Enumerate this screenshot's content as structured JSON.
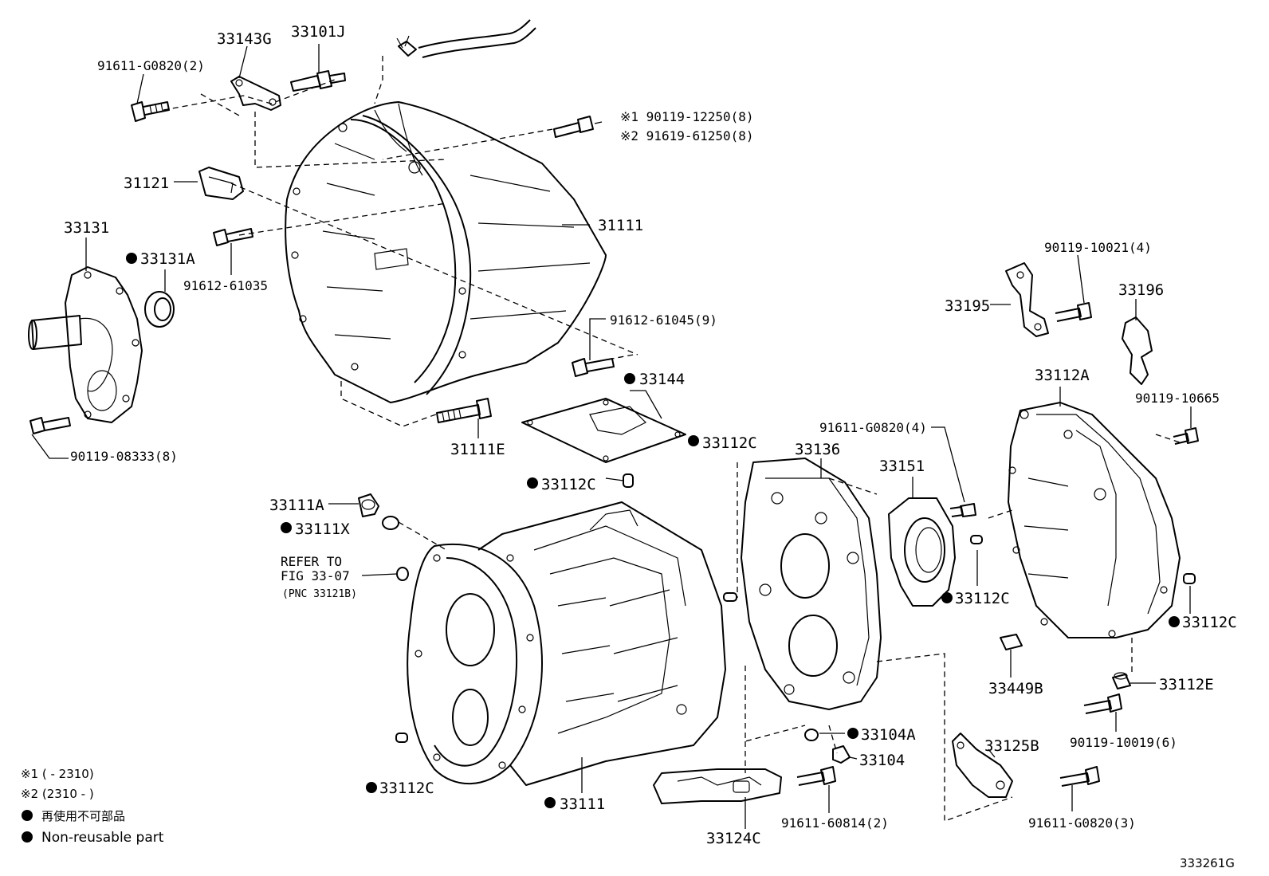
{
  "callouts": {
    "p33143G": "33143G",
    "p33101J": "33101J",
    "p91611_G0820_2": "91611-G0820(2)",
    "p90119_12250": "※1 90119-12250(8)",
    "p91619_61250": "※2 91619-61250(8)",
    "p31121": "31121",
    "p31111": "31111",
    "p33131": "33131",
    "p33131A": "33131A",
    "p91612_61035": "91612-61035",
    "p91612_61045": "91612-61045(9)",
    "p90119_08333": "90119-08333(8)",
    "p33144": "33144",
    "p31111E": "31111E",
    "p33112C_a": "33112C",
    "p33112C_b": "33112C",
    "p33136": "33136",
    "p33151": "33151",
    "p91611_G0820_4": "91611-G0820(4)",
    "p33111A": "33111A",
    "p33111X": "33111X",
    "p90119_10021": "90119-10021(4)",
    "p33195": "33195",
    "p33196": "33196",
    "p33112A": "33112A",
    "p90119_10665": "90119-10665",
    "p33112C_c": "33112C",
    "p33112C_d": "33112C",
    "p33449B": "33449B",
    "p33112E": "33112E",
    "p90119_10019": "90119-10019(6)",
    "p33104A": "33104A",
    "p33104": "33104",
    "p33125B": "33125B",
    "p33112C_e": "33112C",
    "p33111": "33111",
    "p33124C": "33124C",
    "p91611_60814": "91611-60814(2)",
    "p91611_G0820_3": "91611-G0820(3)"
  },
  "refer": {
    "line1": "REFER TO",
    "line2": "FIG 33-07",
    "line3": "(PNC 33121B)"
  },
  "notes": {
    "n1": "※1 (        - 2310)",
    "n2": "※2 (2310 -        )",
    "n3": "再使用不可部品",
    "n4": "Non-reusable part"
  },
  "figure_id": "333261G"
}
